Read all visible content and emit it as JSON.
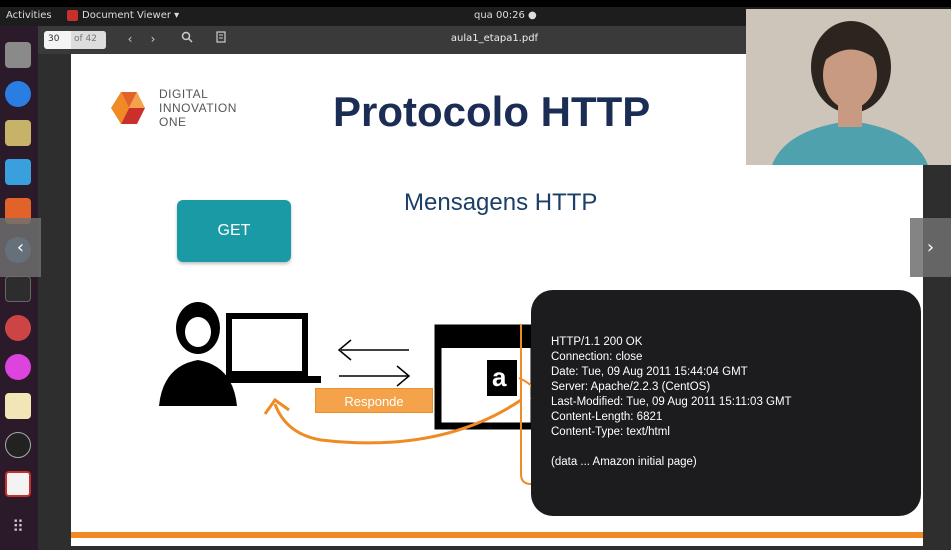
{
  "topbar": {
    "activities": "Activities",
    "app_name": "Document Viewer ▾",
    "clock": "qua 00:26 ●"
  },
  "toolbar": {
    "page_current": "30",
    "page_total": "of 42",
    "filename": "aula1_etapa1.pdf"
  },
  "slide": {
    "logo_lines": [
      "DIGITAL",
      "INNOVATION",
      "ONE"
    ],
    "title": "Protocolo HTTP",
    "subtitle": "Mensagens HTTP",
    "get_label": "GET",
    "respond_label": "Responde",
    "server_letter": "a",
    "response_lines": [
      "HTTP/1.1 200 OK",
      "Connection: close",
      "Date: Tue, 09 Aug 2011 15:44:04 GMT",
      "Server: Apache/2.2.3 (CentOS)",
      "Last-Modified: Tue, 09 Aug 2011 15:11:03 GMT",
      "Content-Length: 6821",
      "Content-Type: text/html",
      "",
      "(data ... Amazon initial page)"
    ]
  },
  "nav": {
    "prev": "‹",
    "next": "›"
  },
  "colors": {
    "title": "#1b2c55",
    "accent_orange": "#f08a24",
    "teal_button": "#1a9aa5",
    "response_bg": "#1c1c1e"
  },
  "icons": [
    "app-menu-icon",
    "back-icon",
    "forward-icon",
    "search-icon",
    "sidebar-icon",
    "person-icon",
    "laptop-icon",
    "server-window-icon"
  ]
}
